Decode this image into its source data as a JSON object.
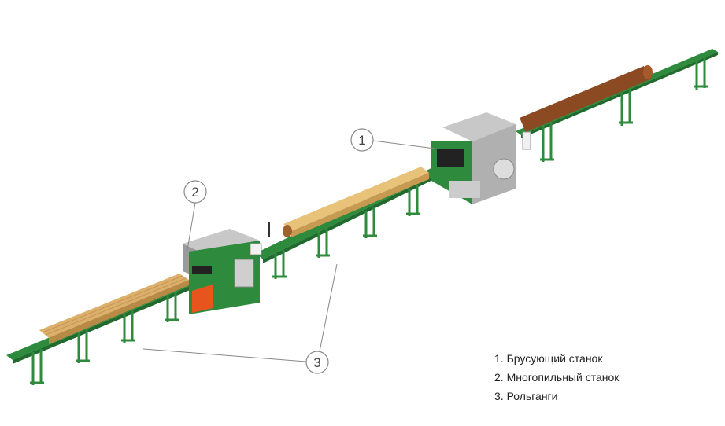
{
  "legend": {
    "items": [
      "1. Брусующий станок",
      "2. Многопильный станок",
      "3. Рольганги"
    ]
  },
  "callouts": [
    {
      "label": "1",
      "refers_to": "Брусующий станок"
    },
    {
      "label": "2",
      "refers_to": "Многопильный станок"
    },
    {
      "label": "3",
      "refers_to": "Рольганги"
    }
  ],
  "colors": {
    "frame_green": "#2e8b3e",
    "frame_dark": "#1f6a2c",
    "machine_gray": "#c8c8c8",
    "machine_gray_dark": "#8c8c8c",
    "log_brown": "#8b4a22",
    "beam_wood": "#e9c27a",
    "board_wood": "#dcb06a",
    "guard_orange": "#e8541d",
    "callout_stroke": "#888888"
  }
}
